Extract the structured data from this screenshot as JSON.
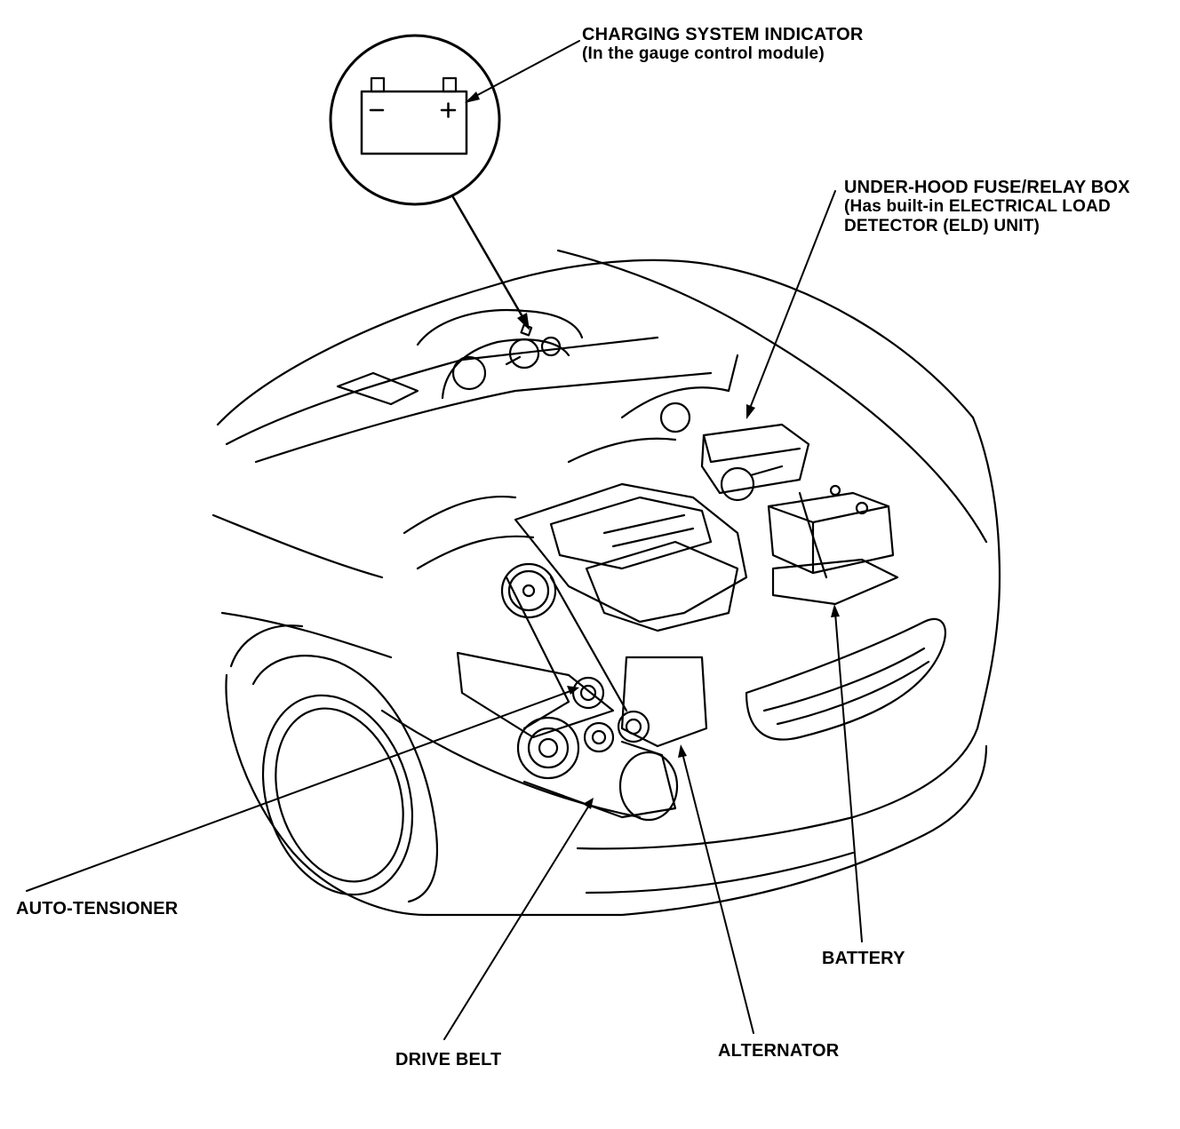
{
  "labels": {
    "charging_indicator": {
      "line1": "CHARGING SYSTEM INDICATOR",
      "line2": "(In the gauge control module)"
    },
    "fuse_box": {
      "line1": "UNDER-HOOD FUSE/RELAY BOX",
      "line2": "(Has built-in ELECTRICAL LOAD",
      "line3": "DETECTOR (ELD) UNIT)"
    },
    "auto_tensioner": "AUTO-TENSIONER",
    "battery": "BATTERY",
    "drive_belt": "DRIVE BELT",
    "alternator": "ALTERNATOR"
  },
  "battery_icon": {
    "minus": "−",
    "plus": "+"
  },
  "colors": {
    "line": "#000000",
    "background": "#ffffff"
  }
}
